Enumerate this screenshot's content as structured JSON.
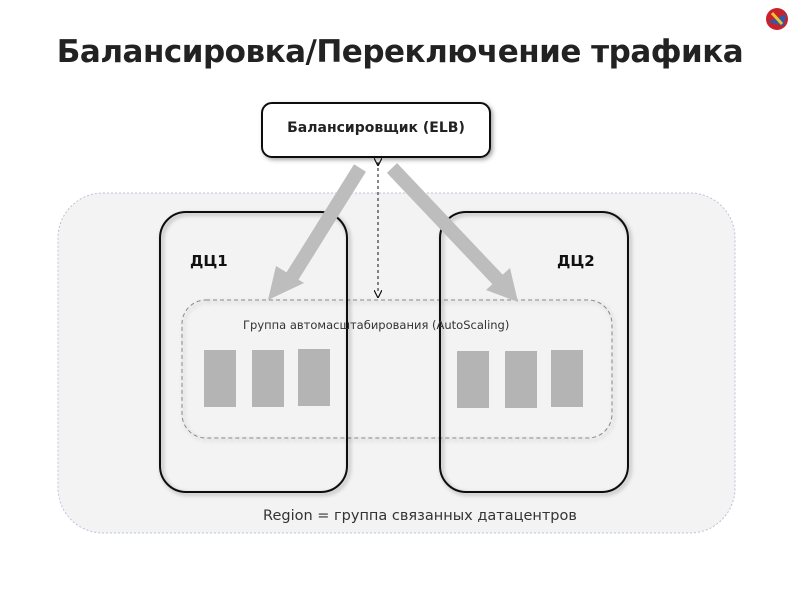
{
  "slide": {
    "title": "Балансировка/Переключение трафика",
    "logo": "parrot-logo",
    "elb_label": "Балансировщик (ELB)",
    "dc1_label": "ДЦ1",
    "dc2_label": "ДЦ2",
    "autoscaling_label": "Группа автомасштабирования (AutoScaling)",
    "region_label": "Region = группа связанных датацентров",
    "instances_dc1": 3,
    "instances_dc2": 3,
    "colors": {
      "region_fill": "#f3f3f3",
      "instance": "#b4b4b4",
      "arrow": "#bdbdbd"
    }
  }
}
